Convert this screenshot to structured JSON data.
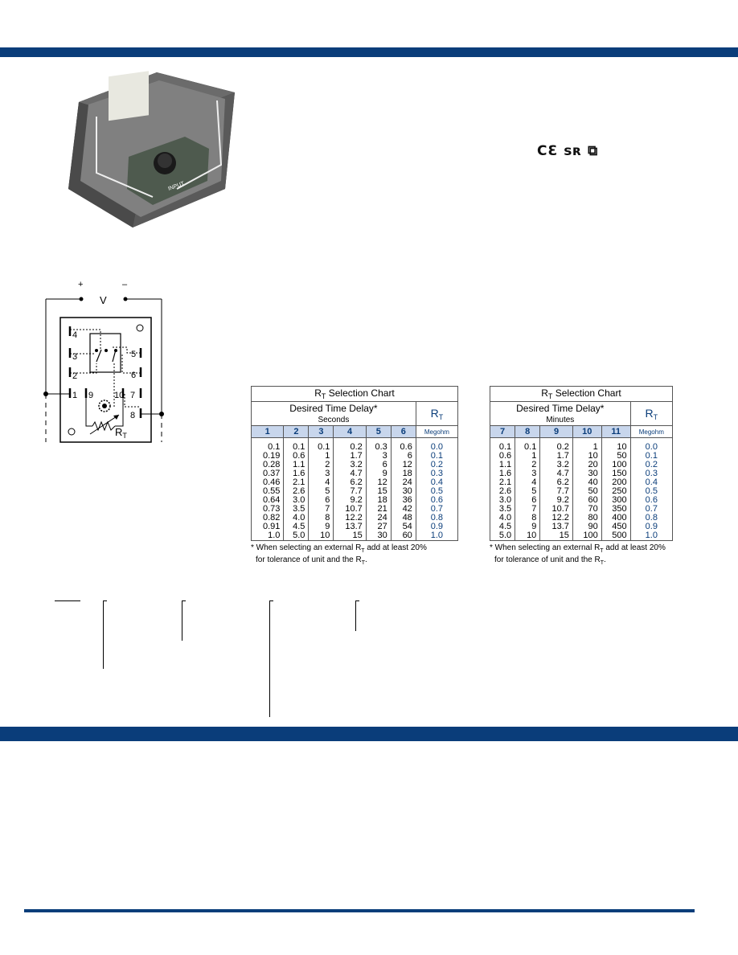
{
  "colors": {
    "brand": "#0a3d7a",
    "header_fill": "#c8d6ec"
  },
  "cert_marks": "CƐ ѕʀ ⧉",
  "wiring": {
    "plus": "+",
    "minus": "–",
    "v": "V",
    "terminals": [
      "4",
      "3",
      "2",
      "1",
      "9",
      "10",
      "7",
      "8",
      "5",
      "6"
    ],
    "rt": "R",
    "rt_sub": "T"
  },
  "chart_data": [
    {
      "type": "table",
      "title": "R",
      "title_sub": "T",
      "title_rest": " Selection Chart",
      "delay_header": "Desired Time Delay*",
      "unit": "Seconds",
      "rt_header": "R",
      "rt_sub": "T",
      "rt_unit": "Megohm",
      "columns": [
        "1",
        "2",
        "3",
        "4",
        "5",
        "6"
      ],
      "rows": [
        [
          "0.1",
          "0.1",
          "0.1",
          "0.2",
          "0.3",
          "0.6",
          "0.0"
        ],
        [
          "0.19",
          "0.6",
          "1",
          "1.7",
          "3",
          "6",
          "0.1"
        ],
        [
          "0.28",
          "1.1",
          "2",
          "3.2",
          "6",
          "12",
          "0.2"
        ],
        [
          "0.37",
          "1.6",
          "3",
          "4.7",
          "9",
          "18",
          "0.3"
        ],
        [
          "0.46",
          "2.1",
          "4",
          "6.2",
          "12",
          "24",
          "0.4"
        ],
        [
          "0.55",
          "2.6",
          "5",
          "7.7",
          "15",
          "30",
          "0.5"
        ],
        [
          "0.64",
          "3.0",
          "6",
          "9.2",
          "18",
          "36",
          "0.6"
        ],
        [
          "0.73",
          "3.5",
          "7",
          "10.7",
          "21",
          "42",
          "0.7"
        ],
        [
          "0.82",
          "4.0",
          "8",
          "12.2",
          "24",
          "48",
          "0.8"
        ],
        [
          "0.91",
          "4.5",
          "9",
          "13.7",
          "27",
          "54",
          "0.9"
        ],
        [
          "1.0",
          "5.0",
          "10",
          "15",
          "30",
          "60",
          "1.0"
        ]
      ],
      "note_a": "* When selecting an external R",
      "note_a_sub": "T",
      "note_a_rest": " add at least 20%",
      "note_b": "for tolerance of unit and the R",
      "note_b_sub": "T",
      "note_b_rest": "."
    },
    {
      "type": "table",
      "title": "R",
      "title_sub": "T",
      "title_rest": " Selection Chart",
      "delay_header": "Desired Time Delay*",
      "unit": "Minutes",
      "rt_header": "R",
      "rt_sub": "T",
      "rt_unit": "Megohm",
      "columns": [
        "7",
        "8",
        "9",
        "10",
        "11"
      ],
      "rows": [
        [
          "0.1",
          "0.1",
          "0.2",
          "1",
          "10",
          "0.0"
        ],
        [
          "0.6",
          "1",
          "1.7",
          "10",
          "50",
          "0.1"
        ],
        [
          "1.1",
          "2",
          "3.2",
          "20",
          "100",
          "0.2"
        ],
        [
          "1.6",
          "3",
          "4.7",
          "30",
          "150",
          "0.3"
        ],
        [
          "2.1",
          "4",
          "6.2",
          "40",
          "200",
          "0.4"
        ],
        [
          "2.6",
          "5",
          "7.7",
          "50",
          "250",
          "0.5"
        ],
        [
          "3.0",
          "6",
          "9.2",
          "60",
          "300",
          "0.6"
        ],
        [
          "3.5",
          "7",
          "10.7",
          "70",
          "350",
          "0.7"
        ],
        [
          "4.0",
          "8",
          "12.2",
          "80",
          "400",
          "0.8"
        ],
        [
          "4.5",
          "9",
          "13.7",
          "90",
          "450",
          "0.9"
        ],
        [
          "5.0",
          "10",
          "15",
          "100",
          "500",
          "1.0"
        ]
      ],
      "note_a": "* When selecting an external R",
      "note_a_sub": "T",
      "note_a_rest": " add at least 20%",
      "note_b": "for tolerance of unit and the R",
      "note_b_sub": "T",
      "note_b_rest": "."
    }
  ]
}
